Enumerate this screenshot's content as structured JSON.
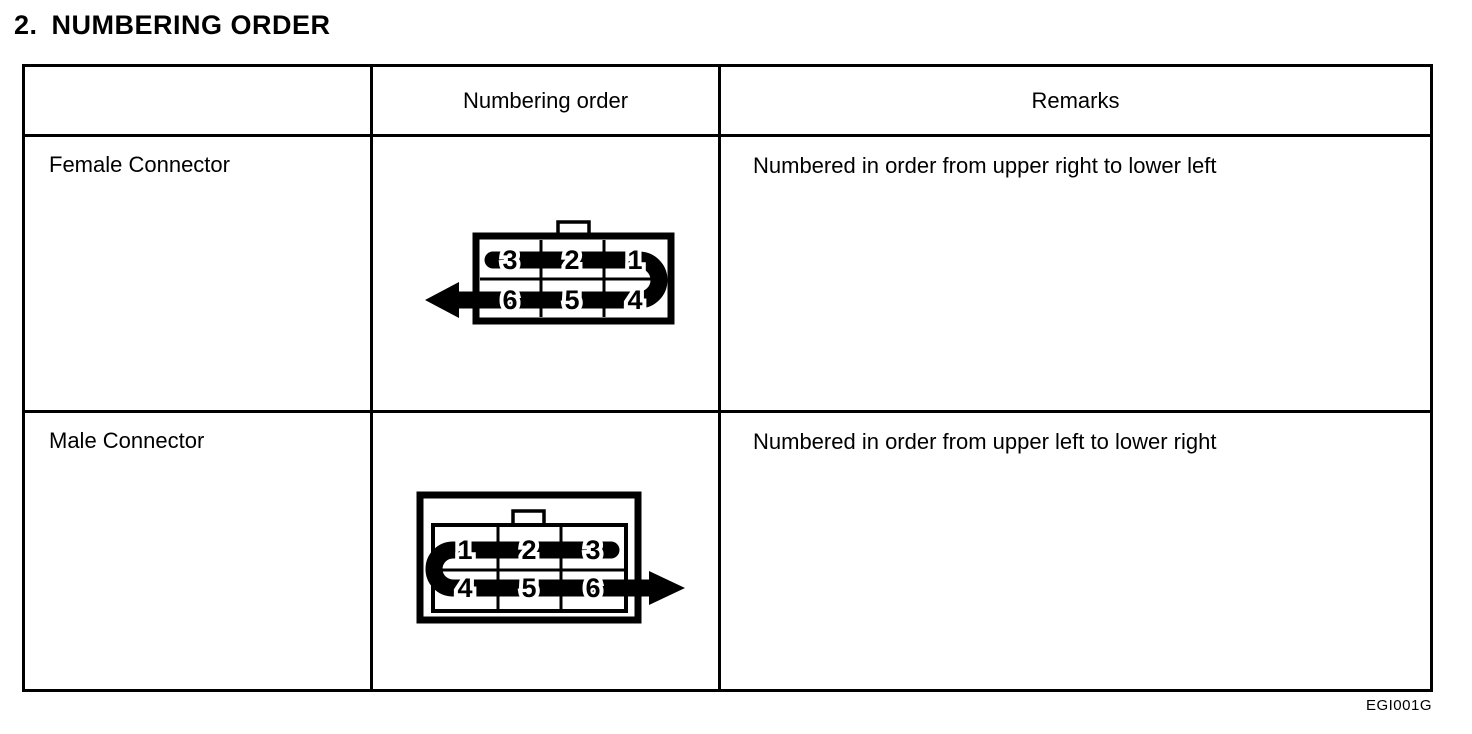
{
  "title": {
    "number": "2.",
    "text": "NUMBERING ORDER"
  },
  "table": {
    "header": {
      "connector_type": "",
      "numbering_order": "Numbering order",
      "remarks": "Remarks"
    },
    "rows": [
      {
        "label": "Female Connector",
        "remark": "Numbered in order from upper right to lower left"
      },
      {
        "label": "Male Connector",
        "remark": "Numbered in order from upper left to lower right"
      }
    ]
  },
  "diagrams": {
    "female": {
      "pins_top": [
        "3",
        "2",
        "1"
      ],
      "pins_bottom": [
        "6",
        "5",
        "4"
      ],
      "arrow_direction": "left"
    },
    "male": {
      "pins_top": [
        "1",
        "2",
        "3"
      ],
      "pins_bottom": [
        "4",
        "5",
        "6"
      ],
      "arrow_direction": "right"
    }
  },
  "footer": {
    "figure_code": "EGI001G"
  },
  "colors": {
    "ink": "#000000",
    "paper": "#ffffff"
  }
}
